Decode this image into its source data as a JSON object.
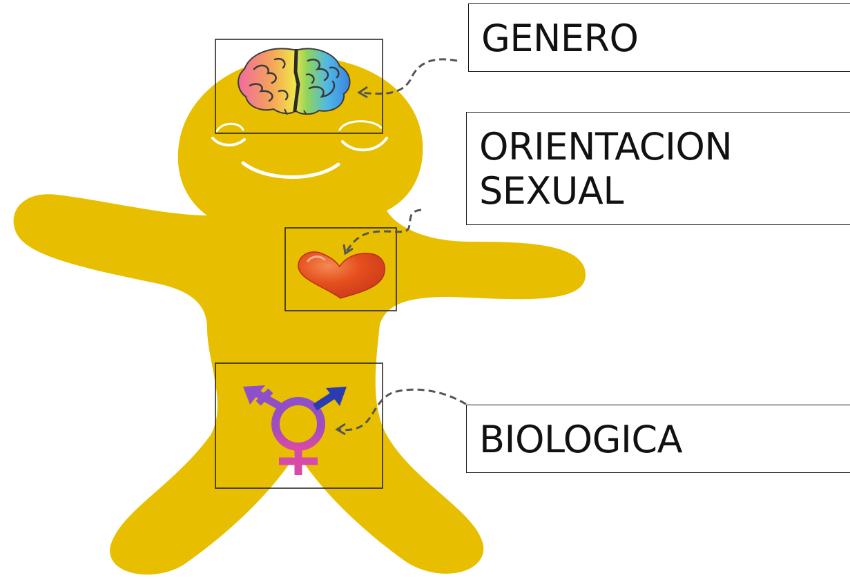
{
  "labels": {
    "genero": "GENERO",
    "orientacion_line1": "ORIENTACION",
    "orientacion_line2": "SEXUAL",
    "biologica": "BIOLOGICA"
  },
  "colors": {
    "body": "#E8BF00",
    "face_highlight": "#FFFFFF",
    "heart": "#E0461C",
    "symbol_purple": "#8E4FC8",
    "symbol_pink": "#D64AA8",
    "symbol_blue": "#2B3CB0",
    "frame": "#1A1A1A",
    "arrow": "#555555"
  },
  "icons": [
    "rainbow-brain-icon",
    "heart-icon",
    "transgender-symbol-icon"
  ]
}
